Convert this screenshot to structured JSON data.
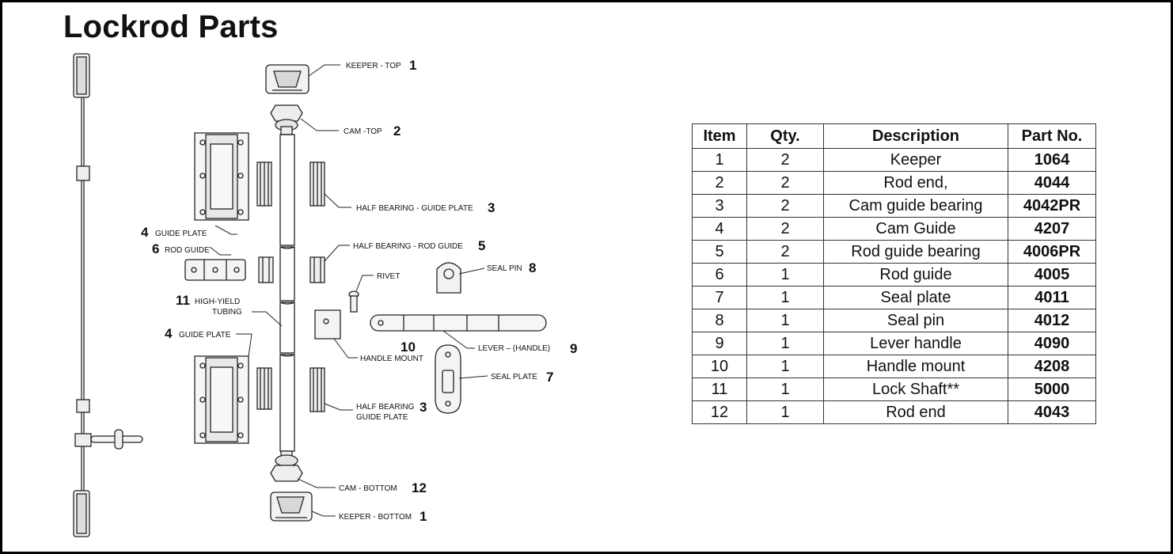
{
  "title": "Lockrod Parts",
  "table": {
    "headers": [
      "Item",
      "Qty.",
      "Description",
      "Part No."
    ],
    "rows": [
      {
        "item": "1",
        "qty": "2",
        "desc": "Keeper",
        "part": "1064"
      },
      {
        "item": "2",
        "qty": "2",
        "desc": "Rod end,",
        "part": "4044"
      },
      {
        "item": "3",
        "qty": "2",
        "desc": "Cam guide bearing",
        "part": "4042PR"
      },
      {
        "item": "4",
        "qty": "2",
        "desc": "Cam Guide",
        "part": "4207"
      },
      {
        "item": "5",
        "qty": "2",
        "desc": "Rod guide bearing",
        "part": "4006PR"
      },
      {
        "item": "6",
        "qty": "1",
        "desc": "Rod guide",
        "part": "4005"
      },
      {
        "item": "7",
        "qty": "1",
        "desc": "Seal plate",
        "part": "4011"
      },
      {
        "item": "8",
        "qty": "1",
        "desc": "Seal pin",
        "part": "4012"
      },
      {
        "item": "9",
        "qty": "1",
        "desc": "Lever handle",
        "part": "4090"
      },
      {
        "item": "10",
        "qty": "1",
        "desc": "Handle mount",
        "part": "4208"
      },
      {
        "item": "11",
        "qty": "1",
        "desc": "Lock Shaft**",
        "part": "5000"
      },
      {
        "item": "12",
        "qty": "1",
        "desc": "Rod end",
        "part": "4043"
      }
    ]
  },
  "labels": {
    "keeper_top": {
      "text": "KEEPER - TOP",
      "num": "1"
    },
    "cam_top": {
      "text": "CAM -TOP",
      "num": "2"
    },
    "half_bearing_guide_plate_top": {
      "text": "HALF BEARING - GUIDE PLATE",
      "num": "3"
    },
    "guide_plate_top": {
      "num": "4",
      "text": "GUIDE PLATE"
    },
    "half_bearing_rod_guide": {
      "text": "HALF BEARING - ROD GUIDE",
      "num": "5"
    },
    "rod_guide": {
      "num": "6",
      "text": "ROD GUIDE"
    },
    "rivet": {
      "text": "RIVET"
    },
    "seal_pin": {
      "text": "SEAL PIN",
      "num": "8"
    },
    "tubing": {
      "num": "11",
      "text1": "HIGH-YIELD",
      "text2": "TUBING"
    },
    "guide_plate_bottom": {
      "num": "4",
      "text": "GUIDE PLATE"
    },
    "handle_mount": {
      "num": "10",
      "text": "HANDLE MOUNT"
    },
    "lever": {
      "text": "LEVER – (HANDLE)",
      "num": "9"
    },
    "seal_plate": {
      "text": "SEAL PLATE",
      "num": "7"
    },
    "half_bearing_bottom": {
      "text1": "HALF BEARING",
      "text2": "GUIDE PLATE",
      "num": "3"
    },
    "cam_bottom": {
      "text": "CAM - BOTTOM",
      "num": "12"
    },
    "keeper_bottom": {
      "text": "KEEPER - BOTTOM",
      "num": "1"
    }
  },
  "colors": {
    "line": "#222222",
    "border": "#000000"
  }
}
